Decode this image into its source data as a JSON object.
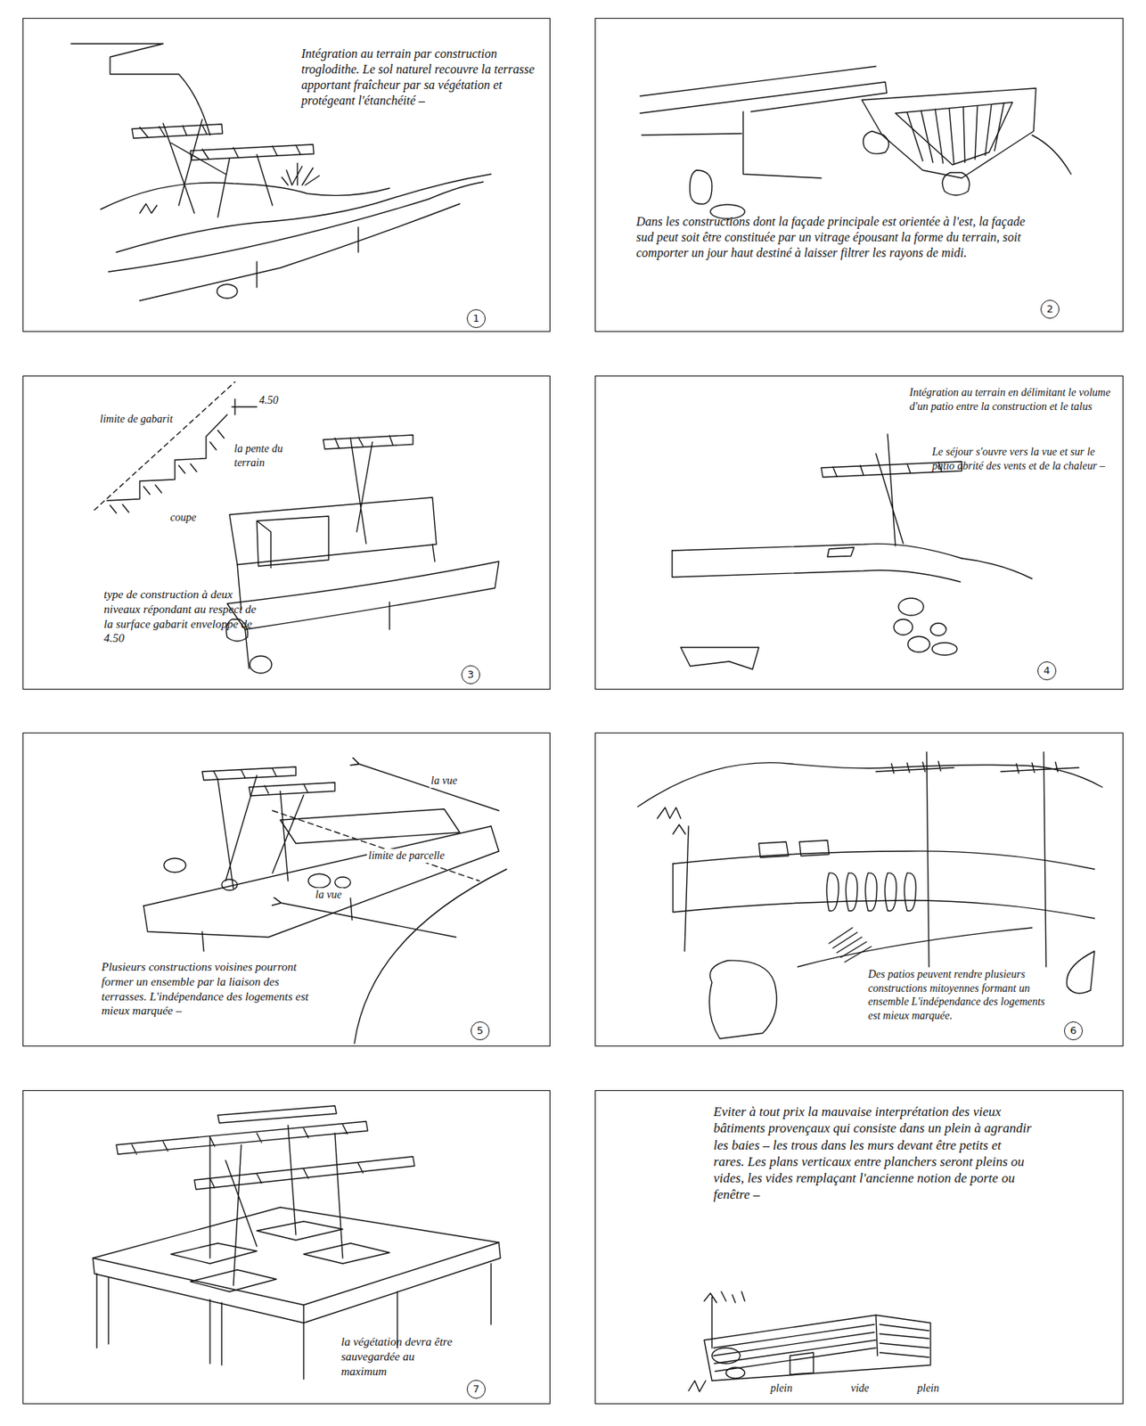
{
  "diagram": {
    "nodes": [
      {
        "text": [
          "Intégration au terrain par construction troglodithe. Le sol naturel recouvre la terrasse apportant fraîcheur par sa végétation et protégeant l'étanchéité –",
          "1"
        ]
      },
      {
        "text": [
          "Dans les constructions dont la façade principale est orientée à l'est, la façade sud peut soit être constituée par un vitrage épousant la forme du terrain, soit comporter un jour haut destiné à laisser filtrer les rayons de midi.",
          "2"
        ]
      },
      {
        "text": [
          "limite de gabarit",
          "4.50",
          "la pente du terrain",
          "coupe",
          "type de construction à deux niveaux répondant au respect de la surface gabarit enveloppe de 4.50",
          "3"
        ]
      },
      {
        "text": [
          "Intégration au terrain en délimitant le volume d'un patio entre la construction et le talus",
          "Le séjour s'ouvre vers la vue et sur le patio abrité des vents et de la chaleur –",
          "4"
        ]
      },
      {
        "text": [
          "la vue",
          "limite de parcelle",
          "la vue",
          "Plusieurs constructions voisines pourront former un ensemble par la liaison des terrasses. L'indépendance des logements est mieux marquée –",
          "5"
        ]
      },
      {
        "text": [
          "Des patios peuvent rendre plusieurs constructions mitoyennes formant un ensemble L'indépendance des logements est mieux marquée.",
          "6"
        ]
      },
      {
        "text": [
          "la végétation devra être sauvegardée au maximum",
          "7"
        ]
      },
      {
        "text": [
          "Eviter à tout prix la mauvaise interprétation des vieux bâtiments provençaux qui consiste dans un plein à agrandir les baies – les trous dans les murs devant être petits et rares. Les plans verticaux entre planchers seront pleins ou vides, les vides remplaçant l'ancienne notion de porte ou fenêtre –",
          "plein",
          "vide",
          "plein"
        ]
      }
    ]
  }
}
